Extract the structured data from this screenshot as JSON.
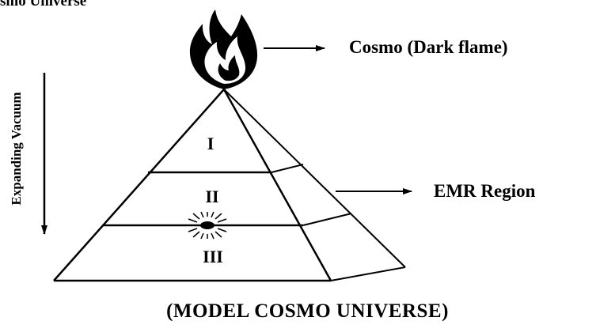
{
  "header": {
    "title": "smo Universe"
  },
  "diagram": {
    "flame_label": "Cosmo (Dark flame)",
    "emr_label": "EMR Region",
    "vacuum_label": "Expanding Vacuum",
    "regions": [
      "I",
      "II",
      "III"
    ],
    "caption": "(MODEL COSMO UNIVERSE)",
    "line_color": "#000000",
    "background": "#ffffff"
  }
}
